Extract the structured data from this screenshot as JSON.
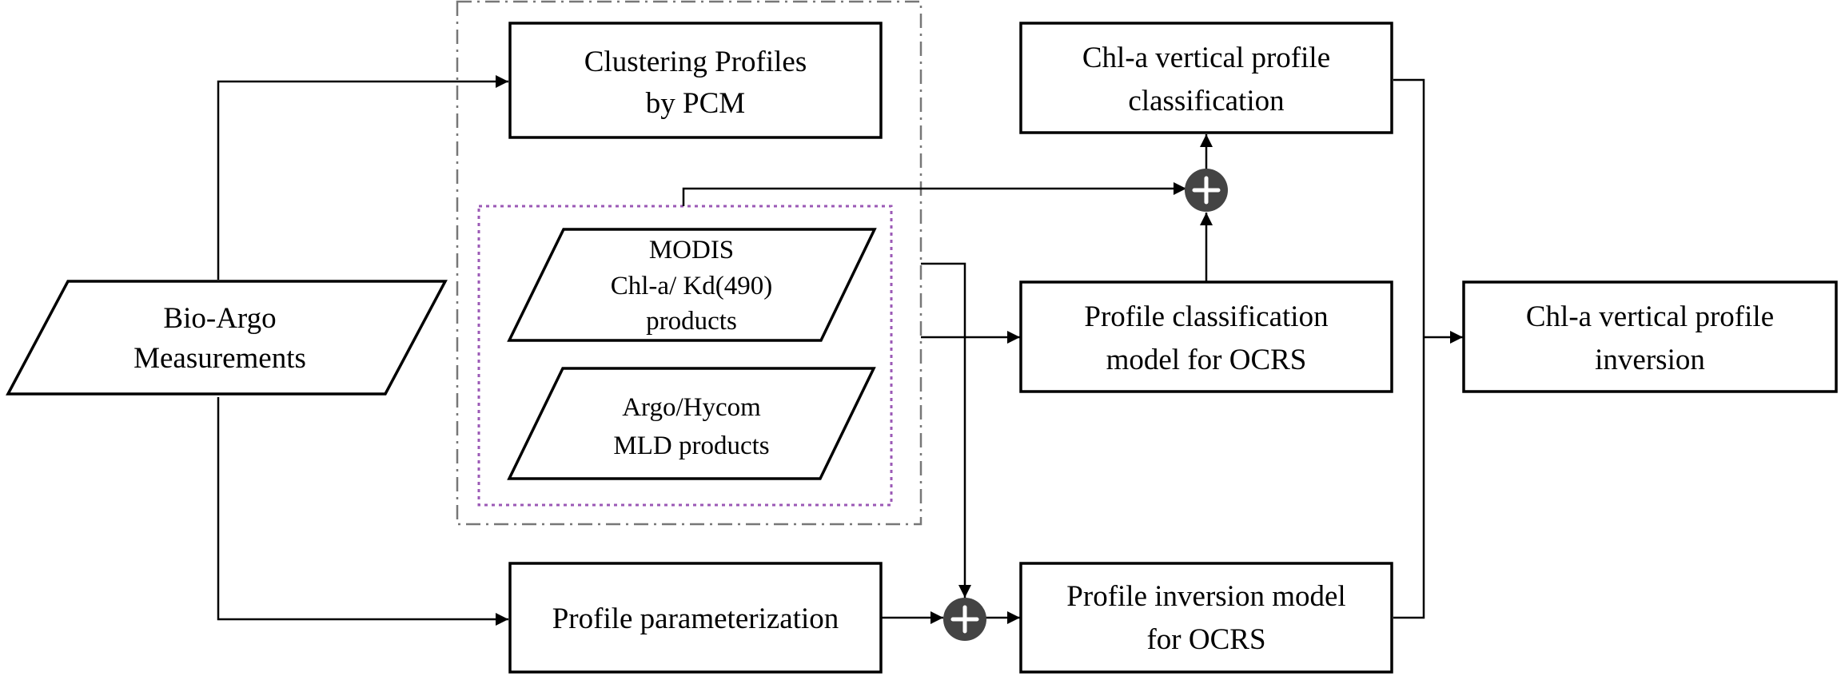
{
  "nodes": {
    "bio_argo": [
      "Bio-Argo",
      "Measurements"
    ],
    "clustering": [
      "Clustering Profiles",
      "by PCM"
    ],
    "modis": [
      "MODIS",
      "Chl-a/ Kd(490)",
      "products"
    ],
    "argo_hycom": [
      "Argo/Hycom",
      "MLD products"
    ],
    "chl_classification": [
      "Chl-a vertical profile",
      "classification"
    ],
    "classification_model": [
      "Profile classification",
      "model for OCRS"
    ],
    "parameterization": [
      "Profile parameterization"
    ],
    "inversion_model": [
      "Profile inversion model",
      "for OCRS"
    ],
    "chl_inversion": [
      "Chl-a vertical profile",
      "inversion"
    ]
  },
  "combine_symbol": "+",
  "colors": {
    "stroke": "#000000",
    "combine_fill": "#444444",
    "outer_group_border": "#777777",
    "inner_group_border": "#9b59b6"
  },
  "groups": {
    "outer": "dash-dot border",
    "inner": "dotted purple border"
  }
}
